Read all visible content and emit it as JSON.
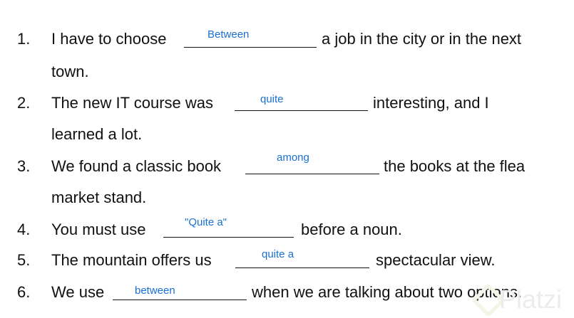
{
  "items": [
    {
      "num": "1.",
      "before": "I have to choose",
      "answer": "Between",
      "after": "a job in the city or in the next",
      "cont": "town."
    },
    {
      "num": "2.",
      "before": "The new IT course was",
      "answer": "quite",
      "after": "interesting, and I",
      "cont": "learned a lot."
    },
    {
      "num": "3.",
      "before": "We found a classic book",
      "answer": "among",
      "after": "the books at the flea",
      "cont": "market stand."
    },
    {
      "num": "4.",
      "before": "You must use",
      "answer": "\"Quite a\"",
      "after": "before a noun."
    },
    {
      "num": "5.",
      "before": "The mountain offers us",
      "answer": "quite a",
      "after": "spectacular view."
    },
    {
      "num": "6.",
      "before": "We use",
      "answer": "between",
      "after": "when we are talking about two options."
    }
  ],
  "watermark": "Platzi"
}
